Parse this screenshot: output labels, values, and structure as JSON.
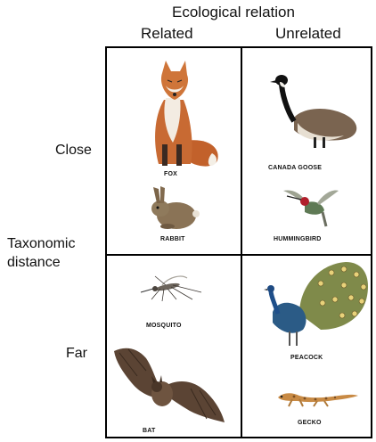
{
  "header": {
    "title": "Ecological relation",
    "col_related": "Related",
    "col_unrelated": "Unrelated"
  },
  "rows": {
    "close": "Close",
    "far": "Far"
  },
  "axis": {
    "line1": "Taxonomic",
    "line2": "distance"
  },
  "animals": {
    "fox": "FOX",
    "rabbit": "RABBIT",
    "canada_goose": "CANADA GOOSE",
    "hummingbird": "HUMMINGBIRD",
    "mosquito": "MOSQUITO",
    "bat": "BAT",
    "peacock": "PEACOCK",
    "gecko": "GECKO"
  }
}
